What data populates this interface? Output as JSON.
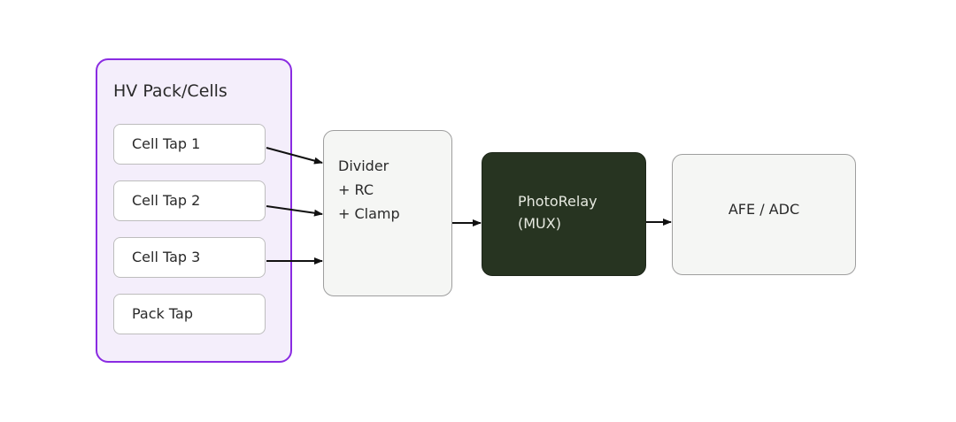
{
  "diagram": {
    "group": {
      "title": "HV Pack/Cells",
      "taps": [
        "Cell Tap 1",
        "Cell Tap 2",
        "Cell Tap 3",
        "Pack Tap"
      ]
    },
    "blocks": {
      "divider": [
        "Divider",
        "+ RC",
        "+ Clamp"
      ],
      "mux": [
        "PhotoRelay",
        "(MUX)"
      ],
      "afe": "AFE / ADC"
    },
    "connections": [
      {
        "from": "Cell Tap 1",
        "to": "Divider"
      },
      {
        "from": "Cell Tap 2",
        "to": "Divider"
      },
      {
        "from": "Cell Tap 3",
        "to": "Divider"
      },
      {
        "from": "Divider",
        "to": "PhotoRelay (MUX)"
      },
      {
        "from": "PhotoRelay (MUX)",
        "to": "AFE / ADC"
      }
    ],
    "colors": {
      "group_border": "#8a2be2",
      "group_fill": "#f4eefb",
      "mux_fill": "#273421",
      "mux_text": "#e6e9e0"
    }
  }
}
